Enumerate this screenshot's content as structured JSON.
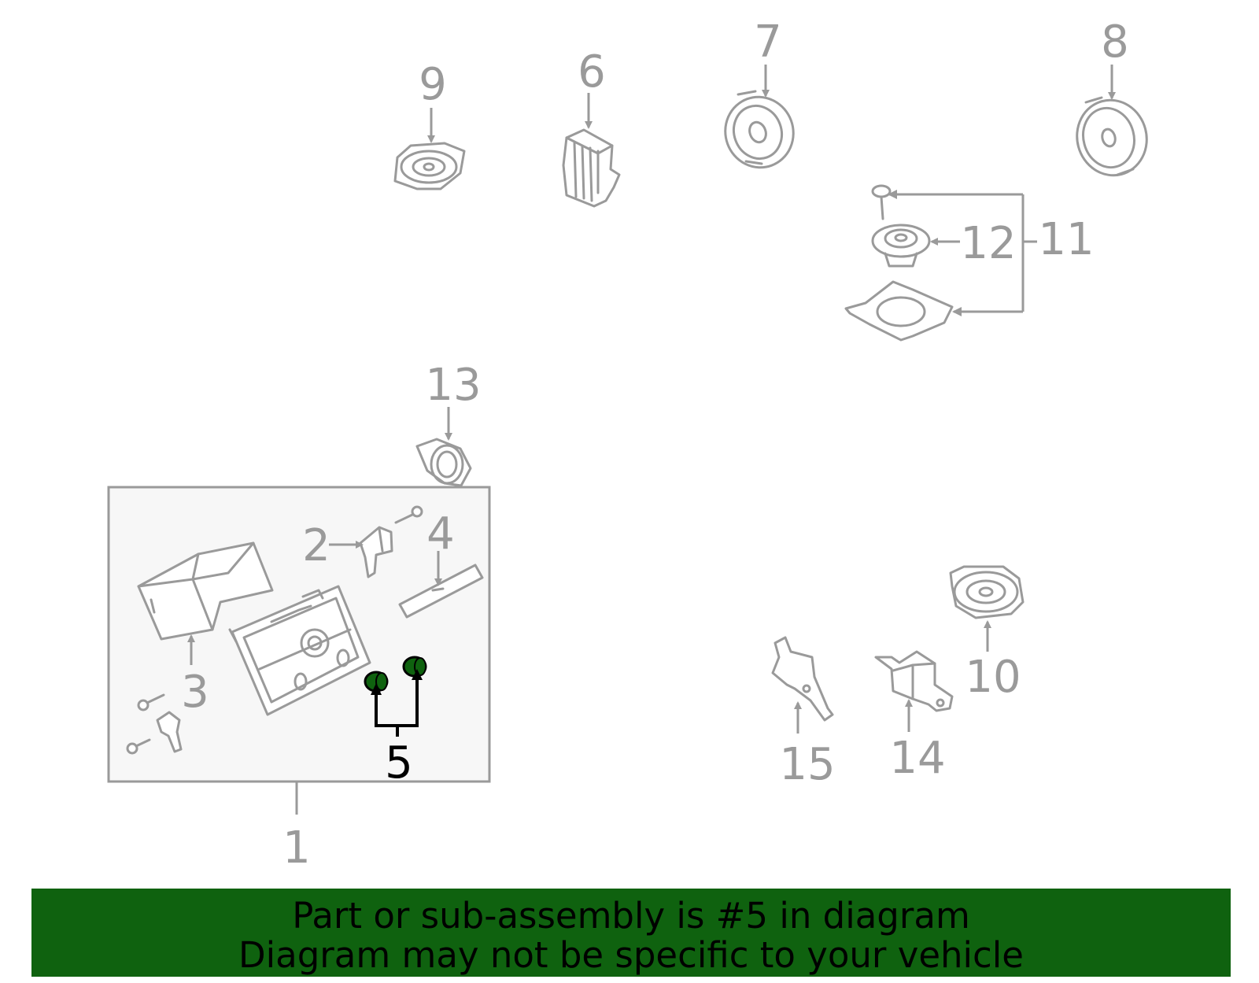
{
  "diagram": {
    "callouts": [
      "1",
      "2",
      "3",
      "4",
      "5",
      "6",
      "7",
      "8",
      "9",
      "10",
      "11",
      "12",
      "13",
      "14",
      "15"
    ],
    "highlighted_callout": "5",
    "colors": {
      "line": "#9a9a9a",
      "highlight_part": "#0f620f",
      "highlight_label": "#000000",
      "assembly_box_fill": "#f7f7f7"
    }
  },
  "banner": {
    "line1": "Part or sub-assembly is #5 in diagram",
    "line2": "Diagram may not be specific to your vehicle",
    "background": "#0f620f"
  }
}
